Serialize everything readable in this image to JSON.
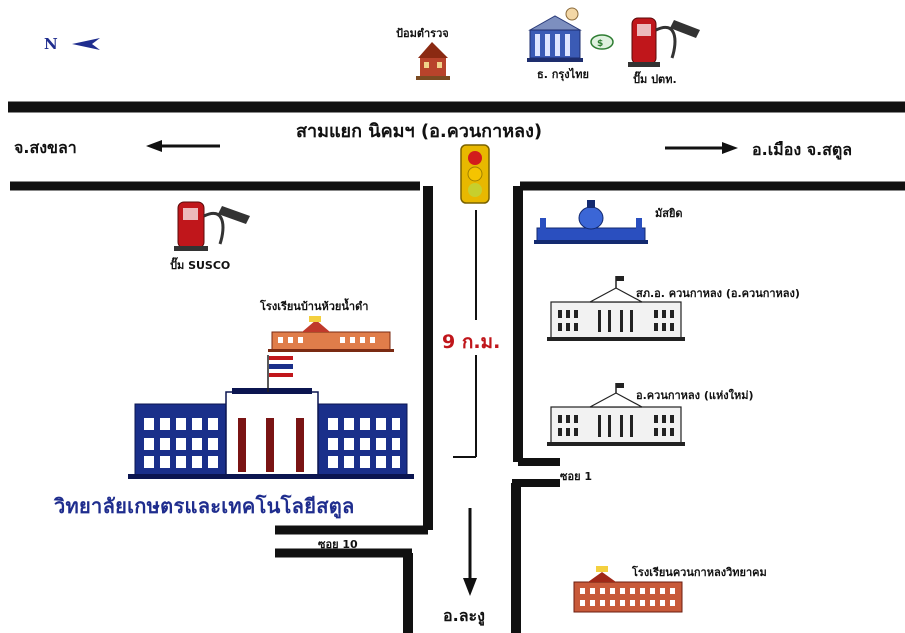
{
  "north": {
    "label": "N",
    "icon": "north-arrow-icon"
  },
  "junction": {
    "label": "สามแยก นิคมฯ (อ.ควนกาหลง)"
  },
  "directions": {
    "west": "จ.สงขลา",
    "east": "อ.เมือง จ.สตูล",
    "south": "อ.ละงู"
  },
  "distance": "9 ก.ม.",
  "landmarks": {
    "police_box": "ป้อมตำรวจ",
    "bank": "ธ. กรุงไทย",
    "ptt_pump": "ปั๊ม ปตท.",
    "susco_pump": "ปั๊ม SUSCO",
    "mosque": "มัสยิด",
    "district_police": "สภ.อ. ควนกาหลง (อ.ควนกาหลง)",
    "new_district_office": "อ.ควนกาหลง (แห่งใหม่)",
    "soi_1": "ซอย 1",
    "soi_10": "ซอย 10",
    "school_huay_nam_dam": "โรงเรียนบ้านห้วยน้ำดำ",
    "school_khuan_kalong": "โรงเรียนควนกาหลงวิทยาคม",
    "college": "วิทยาลัยเกษตรและเทคโนโลยีสตูล"
  },
  "colors": {
    "road": "#111111",
    "college_text": "#1f2d8e",
    "distance_text": "#c0161b",
    "traffic_light_body": "#e8b800",
    "building_blue": "#1a2f8a",
    "school_roof": "#c0392b"
  }
}
